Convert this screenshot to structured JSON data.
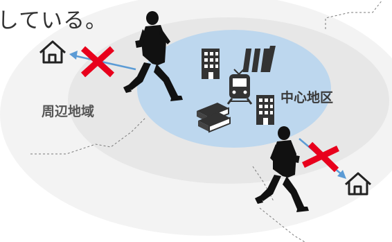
{
  "headline": "している。",
  "labels": {
    "suburb": "周辺地域",
    "center": "中心地区"
  },
  "colors": {
    "outer_ring": "#f2f2f2",
    "middle_ring": "#e6e6e6",
    "center_area": "#bdd7ee",
    "arrow": "#5b9bd5",
    "cross": "#e8001c",
    "silhouette": "#111111",
    "building_icon": "#333333"
  },
  "icons": [
    "house-icon",
    "office-building-icon",
    "books-icon",
    "train-icon",
    "stacked-books-icon",
    "walking-person-icon",
    "cross-mark-icon",
    "arrow-icon"
  ]
}
